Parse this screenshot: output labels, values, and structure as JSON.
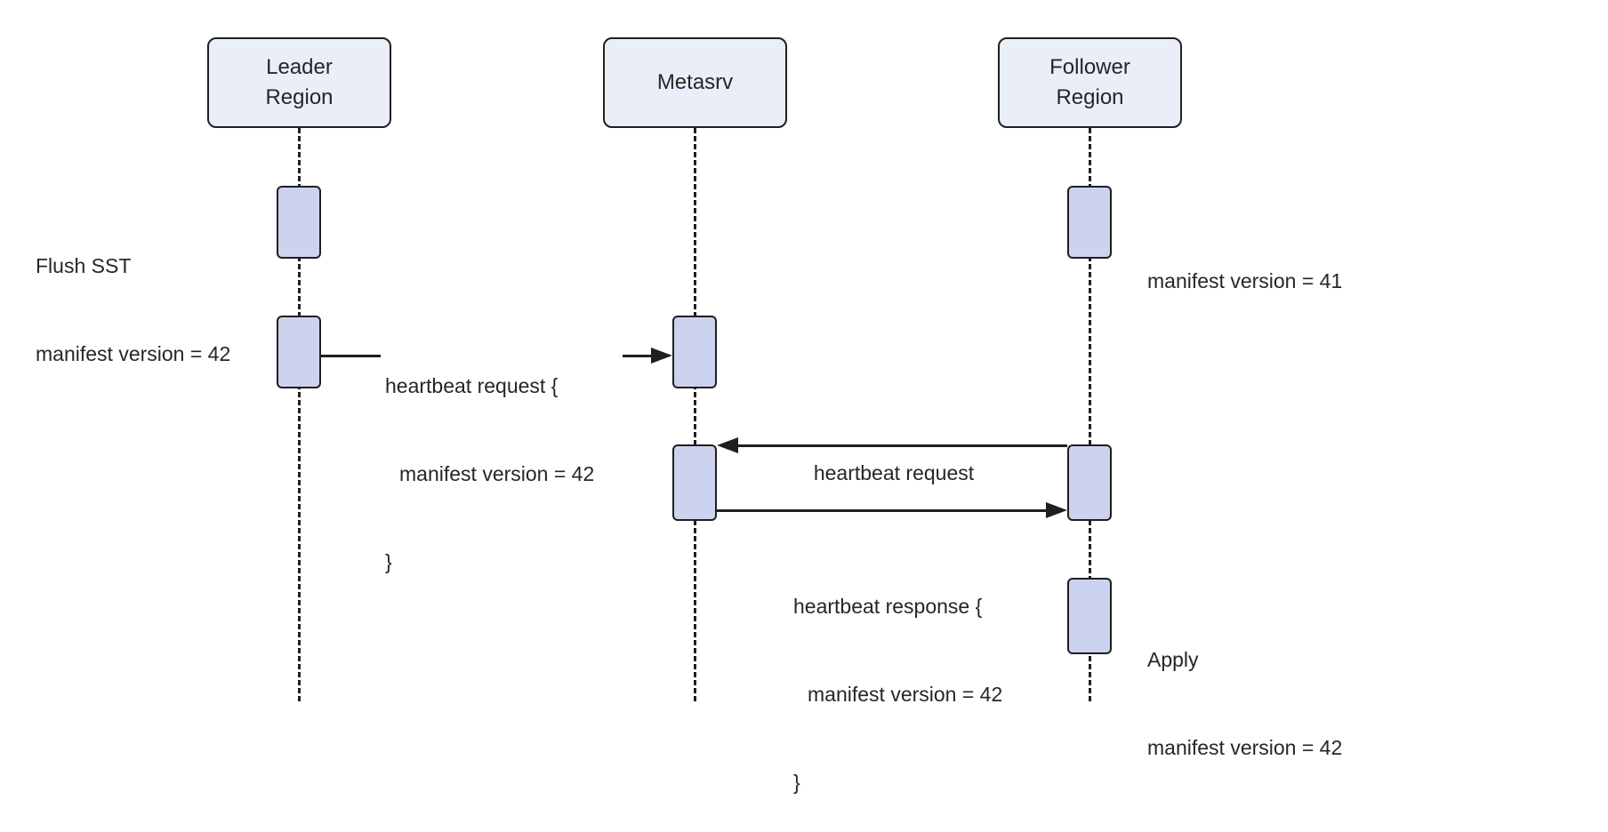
{
  "participants": {
    "leader": {
      "line1": "Leader",
      "line2": "Region"
    },
    "metasrv": {
      "label": "Metasrv"
    },
    "follower": {
      "line1": "Follower",
      "line2": "Region"
    }
  },
  "annotations": {
    "flush_sst": {
      "line1": "Flush SST",
      "line2": "manifest version = 42"
    },
    "follower_manifest": {
      "text": "manifest version = 41"
    },
    "apply": {
      "line1": "Apply",
      "line2": "manifest version = 42"
    }
  },
  "messages": {
    "heartbeat_request_to_metasrv": {
      "line1": "heartbeat request {",
      "line2": "manifest version = 42",
      "line3": "}"
    },
    "heartbeat_request_from_follower": {
      "text": "heartbeat request"
    },
    "heartbeat_response": {
      "line1": "heartbeat response {",
      "line2": "manifest version = 42",
      "line3": "}"
    }
  },
  "colors": {
    "participant_fill": "#E9EEF9",
    "activation_fill": "#CDD2EE",
    "line_color": "#1F1F1F"
  }
}
